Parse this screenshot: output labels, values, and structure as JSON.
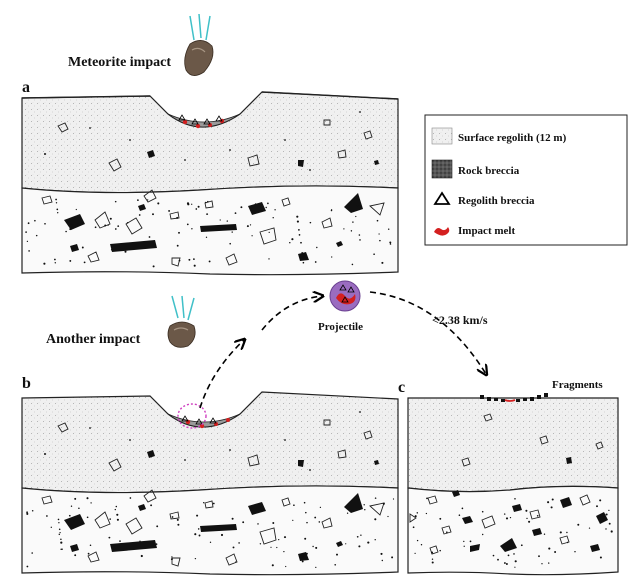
{
  "titles": {
    "meteorite_impact": "Meteorite impact",
    "another_impact": "Another impact"
  },
  "panels": {
    "a": "a",
    "b": "b",
    "c": "c"
  },
  "legend": {
    "items": [
      {
        "icon": "regolith-swatch",
        "label": "Surface regolith (12 m)"
      },
      {
        "icon": "rock-breccia-swatch",
        "label": "Rock breccia"
      },
      {
        "icon": "triangle",
        "label": "Regolith breccia"
      },
      {
        "icon": "red-blob",
        "label": "Impact melt"
      }
    ]
  },
  "annotations": {
    "projectile": "Projectile",
    "velocity": "<2.38 km/s",
    "fragments": "Fragments"
  },
  "colors": {
    "impact_melt": "#d42020",
    "projectile_fill": "#9a6cc0",
    "highlight_circle": "#d040c0",
    "impact_streak": "#40c0c8",
    "meteorite": "#6b5848"
  }
}
